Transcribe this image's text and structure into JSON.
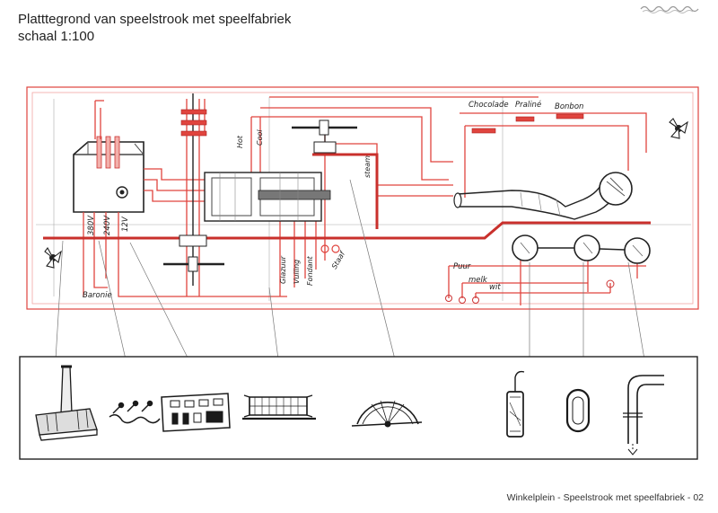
{
  "header": {
    "title_line1": "Platttegrond van speelstrook met speelfabriek",
    "title_line2": "schaal 1:100"
  },
  "footer": {
    "caption": "Winkelplein - Speelstrook met speelfabriek  -  02"
  },
  "plan_labels": {
    "chocolade": "Chocolade",
    "praline": "Praliné",
    "bonbon": "Bonbon",
    "hot": "Hot",
    "cool": "Cool",
    "steam": "steam",
    "v380": "380V",
    "v240": "240V",
    "v12": "12V",
    "baronie": "Baronie",
    "glazuur": "Glazuur",
    "vulling": "Vulling",
    "fondant": "Fondant",
    "staaf": "Staaf",
    "puur": "Puur",
    "melk": "melk",
    "wit": "wit"
  },
  "colors": {
    "red_line": "#e0443e",
    "pencil": "#555555",
    "ink": "#1a1a1a"
  }
}
